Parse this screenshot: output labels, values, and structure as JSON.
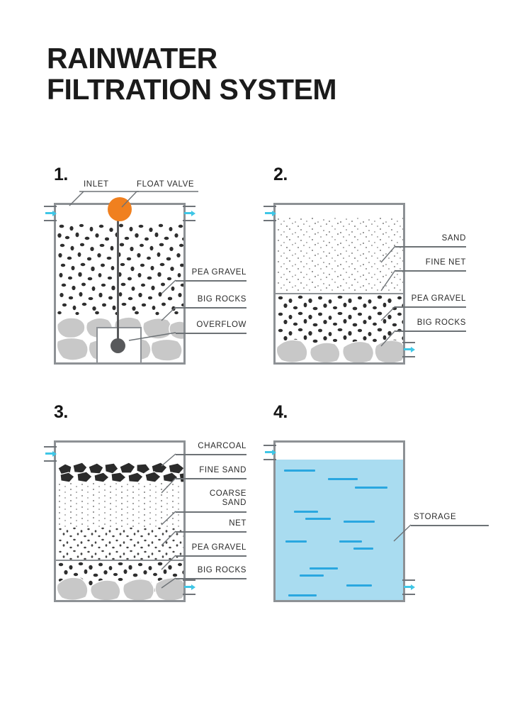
{
  "title": {
    "line1": "RAINWATER",
    "line2": "FILTRATION SYSTEM"
  },
  "colors": {
    "outline": "#8d9195",
    "float_valve": "#f0801f",
    "overflow_valve": "#58595b",
    "water_fill": "#a9dcf0",
    "water_dash": "#2aa7e0",
    "big_rock": "#c8c8c8",
    "charcoal": "#2b2b2b",
    "arrow": "#3fc6e6",
    "text": "#2a2a2a"
  },
  "panels": [
    {
      "number": "1.",
      "labels": [
        {
          "key": "inlet",
          "text": "INLET"
        },
        {
          "key": "float_valve",
          "text": "FLOAT VALVE"
        },
        {
          "key": "pea_gravel",
          "text": "PEA GRAVEL"
        },
        {
          "key": "big_rocks",
          "text": "BIG ROCKS"
        },
        {
          "key": "overflow",
          "text": "OVERFLOW"
        }
      ],
      "layers": [
        "PEA GRAVEL",
        "BIG ROCKS"
      ],
      "components": [
        "inlet-pipe",
        "overflow-pipe",
        "float-valve",
        "overflow-valve",
        "overflow-box"
      ]
    },
    {
      "number": "2.",
      "labels": [
        {
          "key": "sand",
          "text": "SAND"
        },
        {
          "key": "fine_net",
          "text": "FINE NET"
        },
        {
          "key": "pea_gravel",
          "text": "PEA GRAVEL"
        },
        {
          "key": "big_rocks",
          "text": "BIG ROCKS"
        }
      ],
      "layers": [
        "SAND",
        "FINE NET",
        "PEA GRAVEL",
        "BIG ROCKS"
      ],
      "components": [
        "inlet-pipe",
        "outlet-pipe"
      ]
    },
    {
      "number": "3.",
      "labels": [
        {
          "key": "charcoal",
          "text": "CHARCOAL"
        },
        {
          "key": "fine_sand",
          "text": "FINE SAND"
        },
        {
          "key": "coarse_sand",
          "text": "COARSE\nSAND"
        },
        {
          "key": "net",
          "text": "NET"
        },
        {
          "key": "pea_gravel",
          "text": "PEA GRAVEL"
        },
        {
          "key": "big_rocks",
          "text": "BIG ROCKS"
        }
      ],
      "layers": [
        "CHARCOAL",
        "FINE SAND",
        "COARSE SAND",
        "NET",
        "PEA GRAVEL",
        "BIG ROCKS"
      ],
      "components": [
        "inlet-pipe",
        "outlet-pipe"
      ]
    },
    {
      "number": "4.",
      "labels": [
        {
          "key": "storage",
          "text": "STORAGE"
        }
      ],
      "layers": [
        "STORAGE"
      ],
      "components": [
        "inlet-pipe",
        "outlet-pipe",
        "water"
      ]
    }
  ]
}
